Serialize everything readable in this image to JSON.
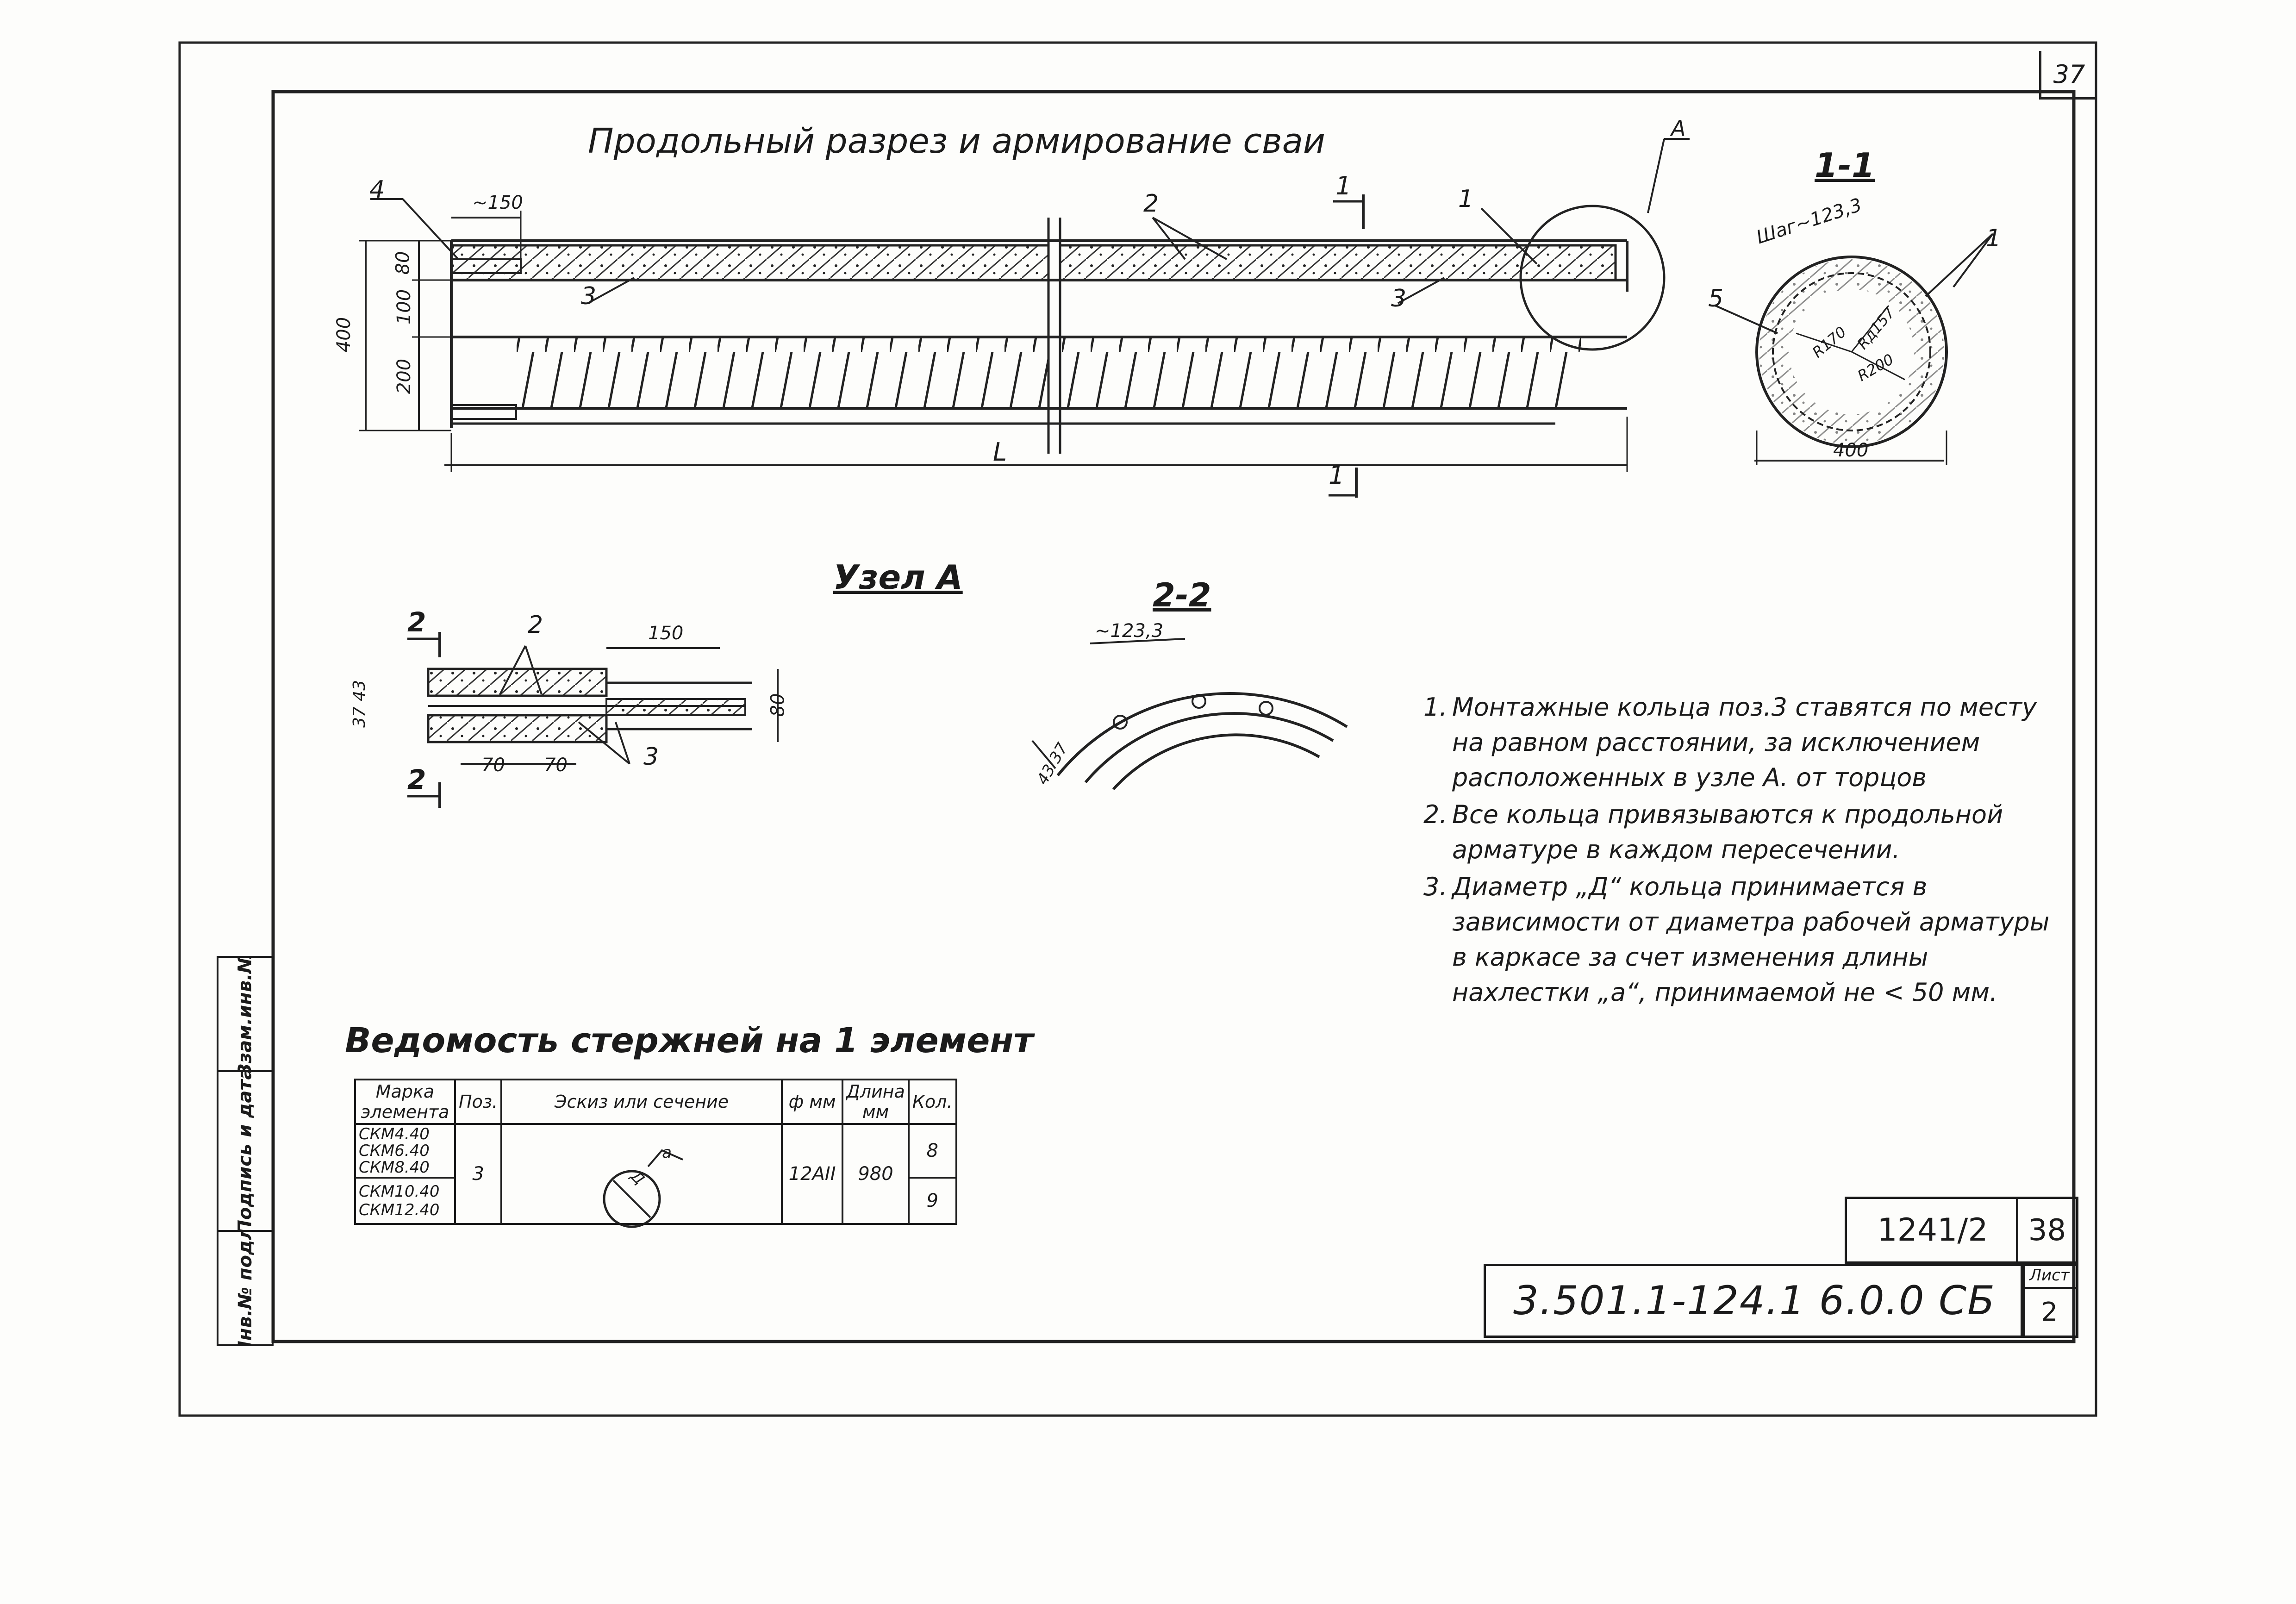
{
  "sheet_corner_number": "37",
  "titles": {
    "main": "Продольный разрез и армирование сваи",
    "node": "Узел А",
    "section_1_1": "1-1",
    "section_2_2": "2-2",
    "table": "Ведомость стержней на 1 элемент"
  },
  "labels": {
    "node_a_circle": "А",
    "cut_mark": "1",
    "length": "L",
    "pos_1": "1",
    "pos_2": "2",
    "pos_3": "3",
    "pos_4": "4",
    "pos_5": "5",
    "cut_2": "2"
  },
  "dimensions": {
    "long_150": "~150",
    "long_400": "400",
    "long_100": "100",
    "long_80": "80",
    "long_200": "200",
    "sec_step": "Шаг~123,3",
    "sec_r170": "R170",
    "sec_r157": "Rд157",
    "sec_r200": "R200",
    "sec_400": "400",
    "node_150": "150",
    "node_37_43": "37 43",
    "node_80": "80",
    "node_70a": "70",
    "node_70b": "70",
    "s22_123": "~123,3",
    "s22_43_37": "43 37"
  },
  "notes": [
    {
      "num": "1.",
      "text": "Монтажные кольца поз.3 ставятся по месту на равном расстоянии, за исключением расположенных в узле А. от торцов"
    },
    {
      "num": "2.",
      "text": "Все кольца привязываются к продольной арматуре в каждом пересечении."
    },
    {
      "num": "3.",
      "text": "Диаметр „Д“ кольца принимается в зависимости от диаметра рабочей арматуры в каркасе за счет изменения длины нахлестки „а“, принимаемой не < 50 мм."
    }
  ],
  "spec_table": {
    "headers": {
      "mark": "Марка элемента",
      "pos": "Поз.",
      "sketch": "Эскиз или сечение",
      "diam": "ф мм",
      "length": "Длина мм",
      "qty": "Кол."
    },
    "marks_group1": [
      "СКМ4.40",
      "СКМ6.40",
      "СКМ8.40"
    ],
    "marks_group2": [
      "СКМ10.40",
      "СКМ12.40"
    ],
    "pos": "3",
    "sketch_label": "а",
    "sketch_d": "Д",
    "diam": "12АII",
    "length": "980",
    "qty1": "8",
    "qty2": "9"
  },
  "side_stamp": [
    "Взам.инв.№",
    "Подпись и дата",
    "Инв.№ подл."
  ],
  "title_block": {
    "album_code": "1241/2",
    "page": "38",
    "document": "3.501.1-124.1  6.0.0 СБ",
    "sheet_label": "Лист",
    "sheet_number": "2"
  }
}
